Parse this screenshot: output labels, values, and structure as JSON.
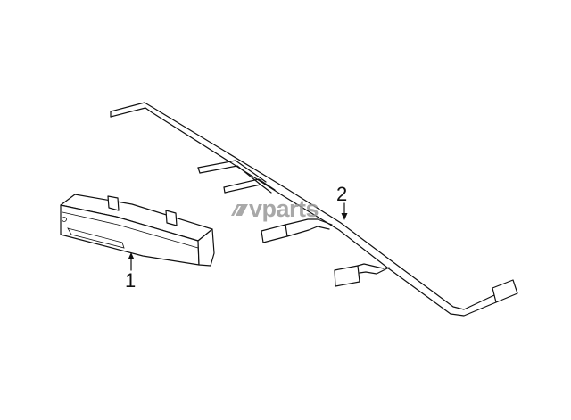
{
  "diagram": {
    "watermark": {
      "brand": "vparts",
      "logo_icon": "lv-logo-icon"
    },
    "callouts": [
      {
        "label": "1"
      },
      {
        "label": "2"
      }
    ]
  }
}
